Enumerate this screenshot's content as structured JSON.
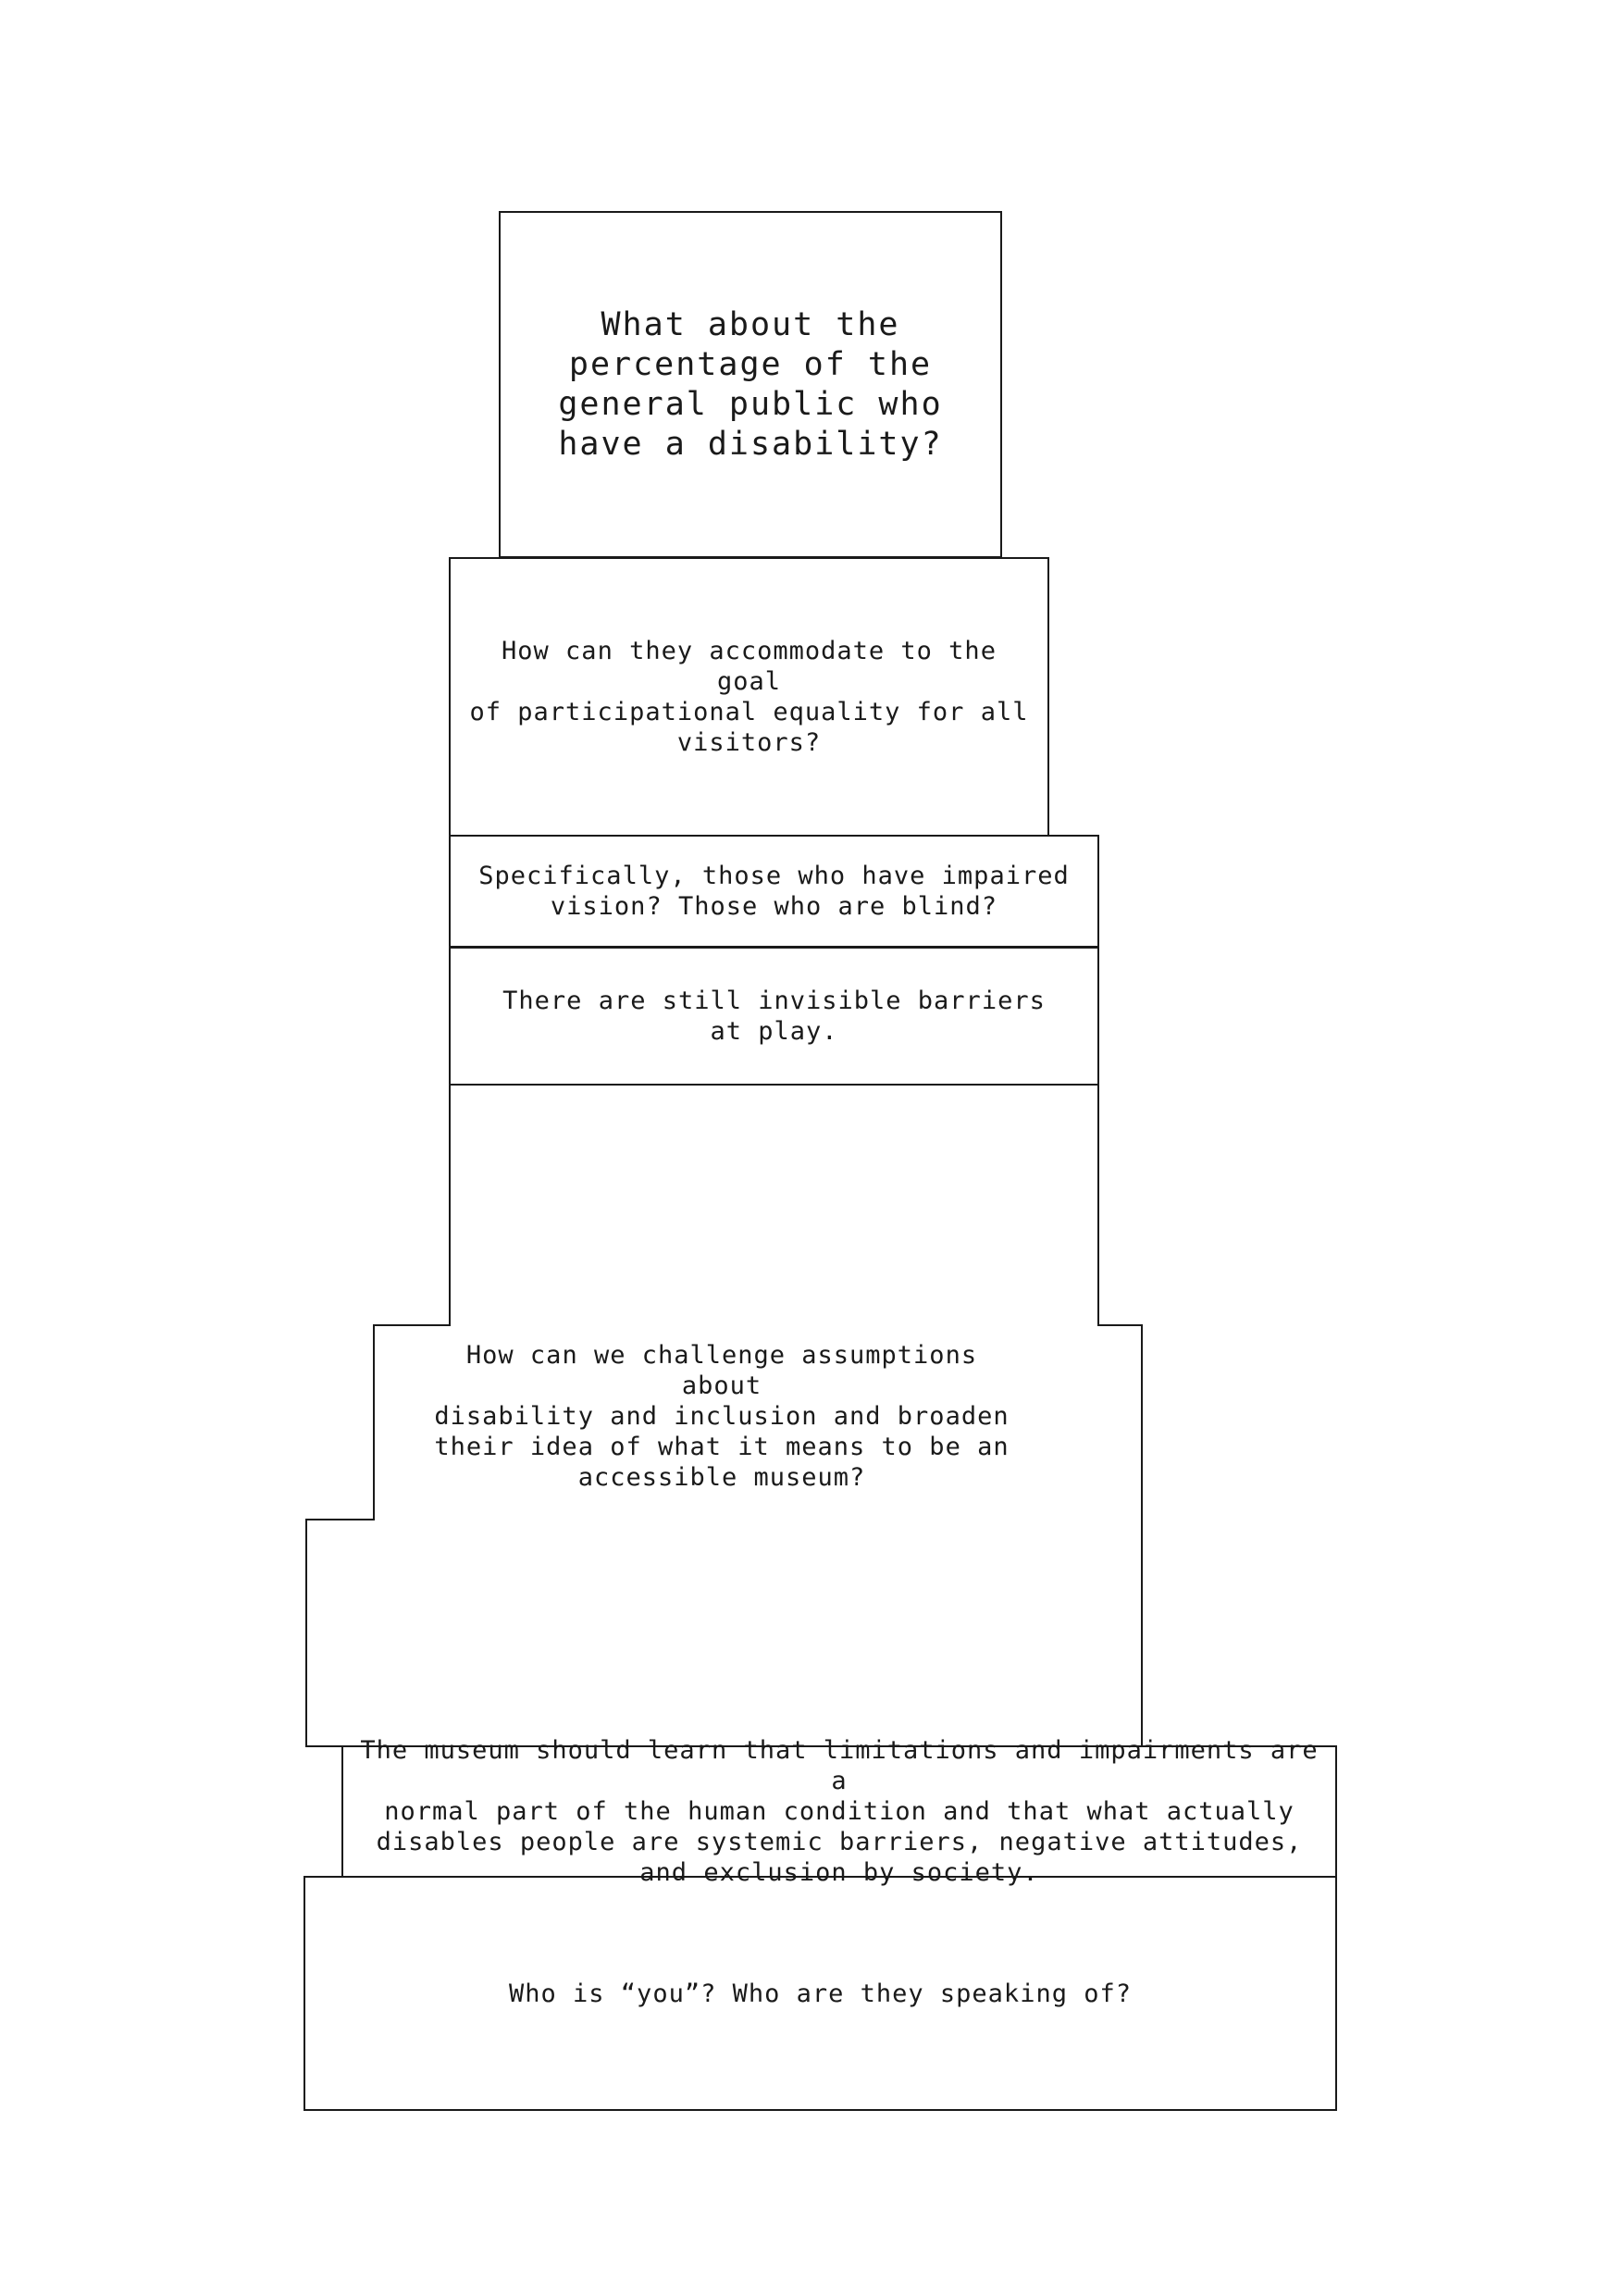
{
  "blocks": {
    "percentage_question": "What about the\npercentage of the\ngeneral public who\nhave a disability?",
    "accommodate_question": "How can they accommodate to the goal\nof participational equality for all\nvisitors?",
    "vision_question": "Specifically, those who have impaired\nvision? Those who are blind?",
    "invisible_barriers": "There are still invisible barriers\nat play.",
    "challenge_question": "How can we challenge assumptions about\ndisability and inclusion and broaden\ntheir idea of what it means to be an\naccessible museum?",
    "museum_statement": "The museum should learn that limitations and impairments are a\nnormal part of the human condition and that what actually\ndisables people are systemic barriers, negative attitudes,\nand exclusion by society.",
    "who_is_you": "Who is “you”? Who are they speaking of?"
  }
}
